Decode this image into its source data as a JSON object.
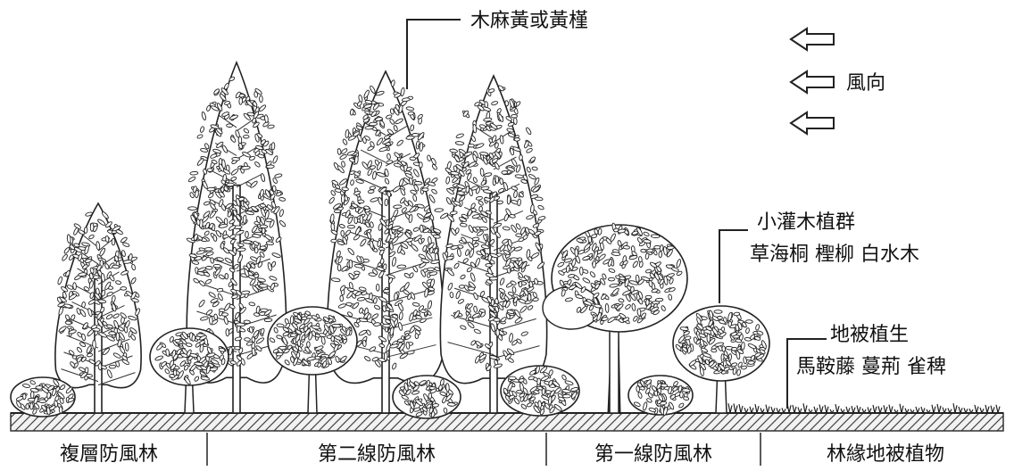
{
  "labels": {
    "tall_trees": "木麻黃或黃槿",
    "wind": "風向",
    "shrub_title": "小灌木植群",
    "shrub_species": "草海桐 檉柳 白水木",
    "ground_title": "地被植生",
    "ground_species": "馬鞍藤 蔓荊 雀稗"
  },
  "zones": [
    "複層防風林",
    "第二線防風林",
    "第一線防風林",
    "林緣地被植物"
  ],
  "colors": {
    "ink": "#111111",
    "foliage": "#ffffff",
    "ground_hatch": "#444444"
  }
}
